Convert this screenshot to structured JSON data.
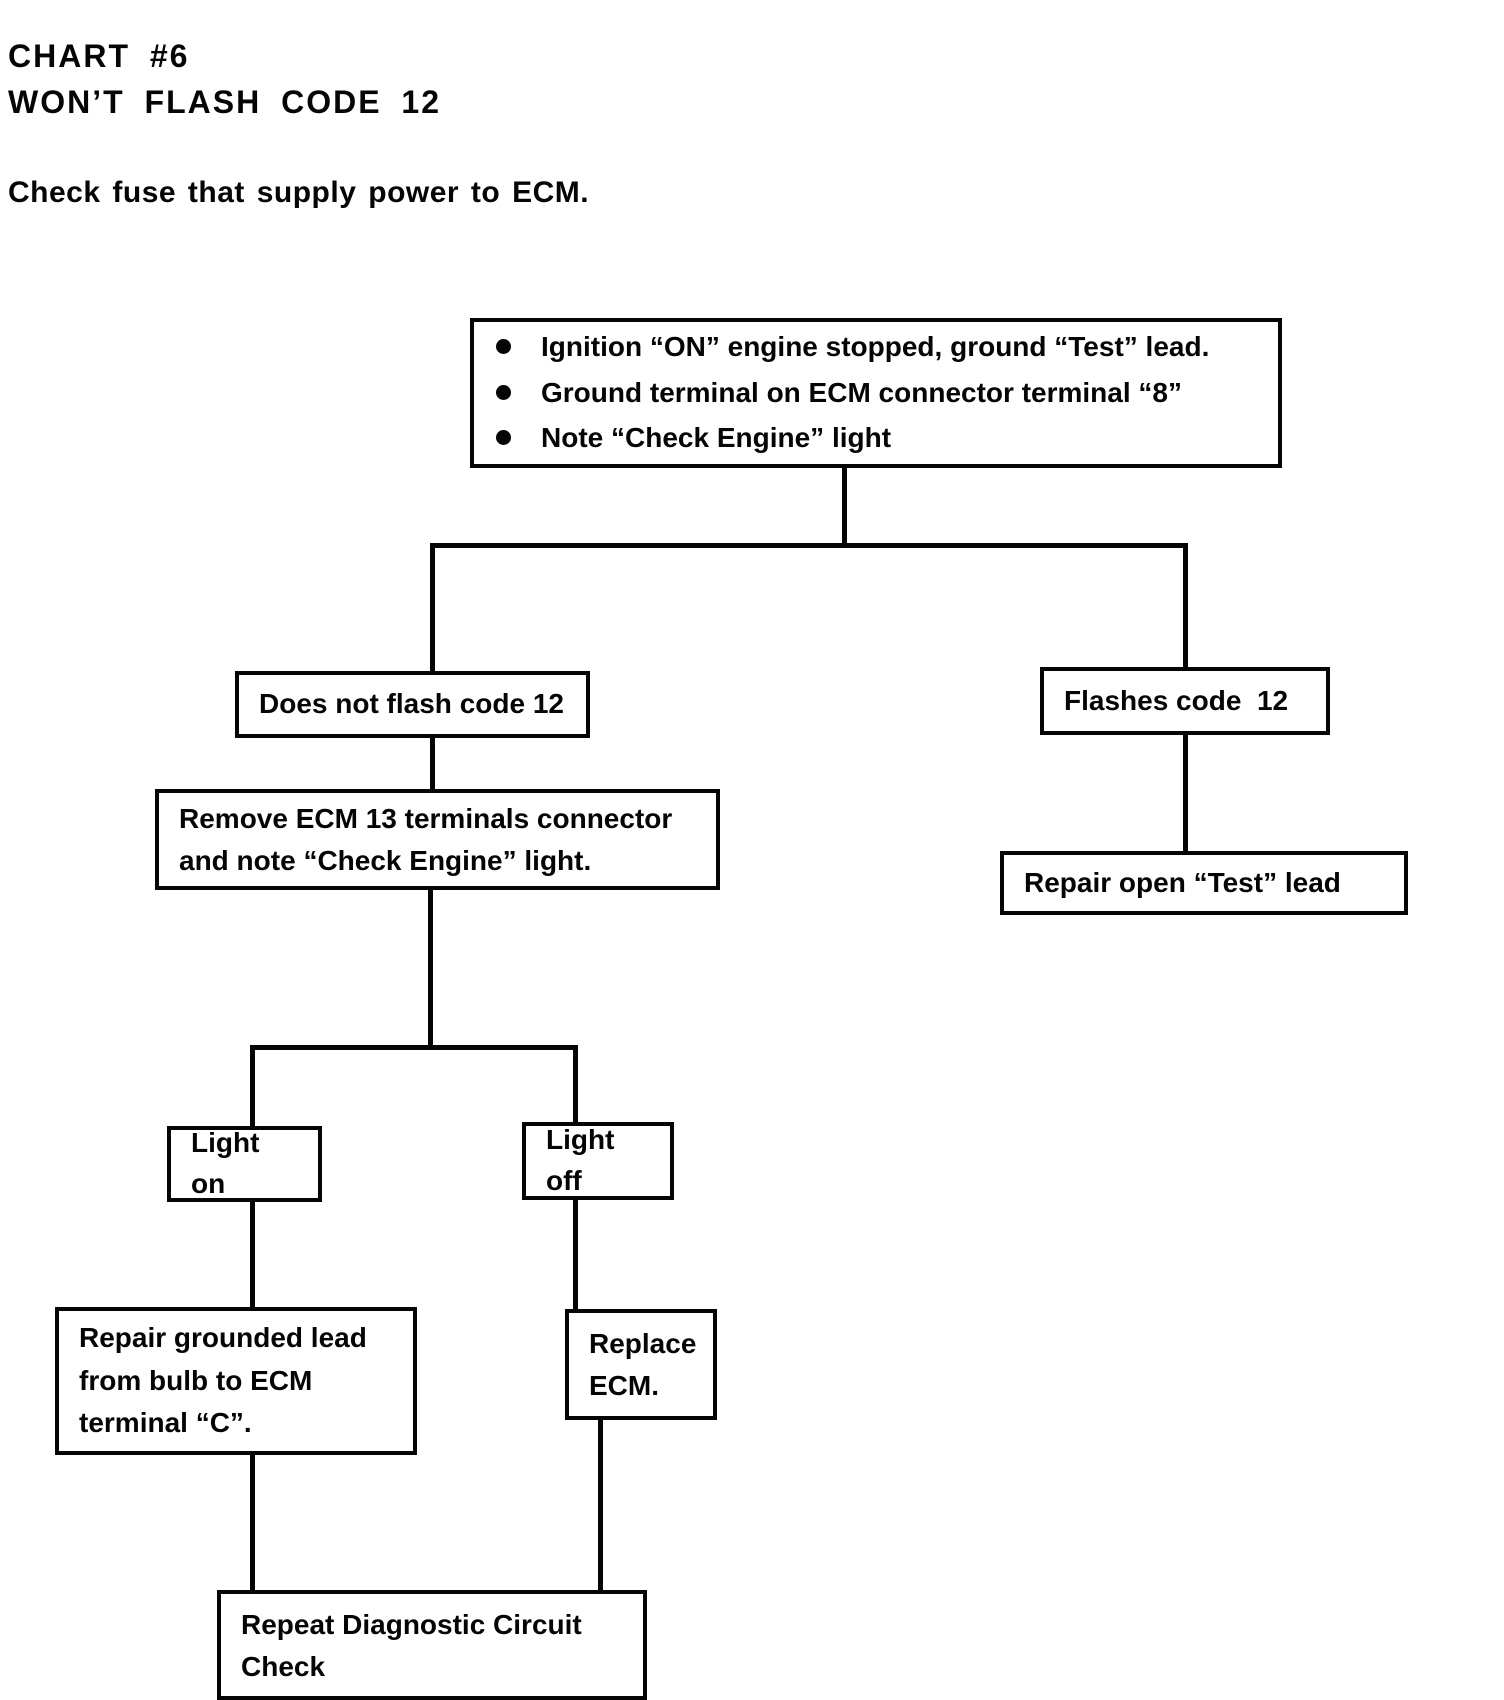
{
  "page": {
    "title_line1": "CHART #6",
    "title_line2": "WON’T FLASH CODE 12",
    "subtitle": "Check fuse that supply power to ECM."
  },
  "flowchart": {
    "start": {
      "bullets": [
        "Ignition “ON” engine stopped, ground “Test” lead.",
        "Ground terminal on ECM connector terminal “8”",
        "Note “Check Engine” light"
      ]
    },
    "nodes": {
      "does_not_flash": "Does not flash code 12",
      "flashes": "Flashes code  12",
      "remove_ecm": "Remove ECM 13 terminals connector and note “Check Engine” light.",
      "repair_test_lead": "Repair open “Test” lead",
      "light_on": "Light on",
      "light_off": "Light off",
      "repair_grounded": "Repair grounded lead from bulb to ECM terminal “C”.",
      "replace_ecm": "Replace ECM.",
      "repeat_check": "Repeat Diagnostic Circuit Check"
    },
    "edges": [
      {
        "from": "start",
        "to": "does_not_flash"
      },
      {
        "from": "start",
        "to": "flashes"
      },
      {
        "from": "does_not_flash",
        "to": "remove_ecm"
      },
      {
        "from": "flashes",
        "to": "repair_test_lead"
      },
      {
        "from": "remove_ecm",
        "to": "light_on"
      },
      {
        "from": "remove_ecm",
        "to": "light_off"
      },
      {
        "from": "light_on",
        "to": "repair_grounded"
      },
      {
        "from": "light_off",
        "to": "replace_ecm"
      },
      {
        "from": "repair_grounded",
        "to": "repeat_check"
      },
      {
        "from": "replace_ecm",
        "to": "repeat_check"
      }
    ],
    "colors": {
      "ink": "#050505",
      "paper": "#ffffff"
    }
  }
}
